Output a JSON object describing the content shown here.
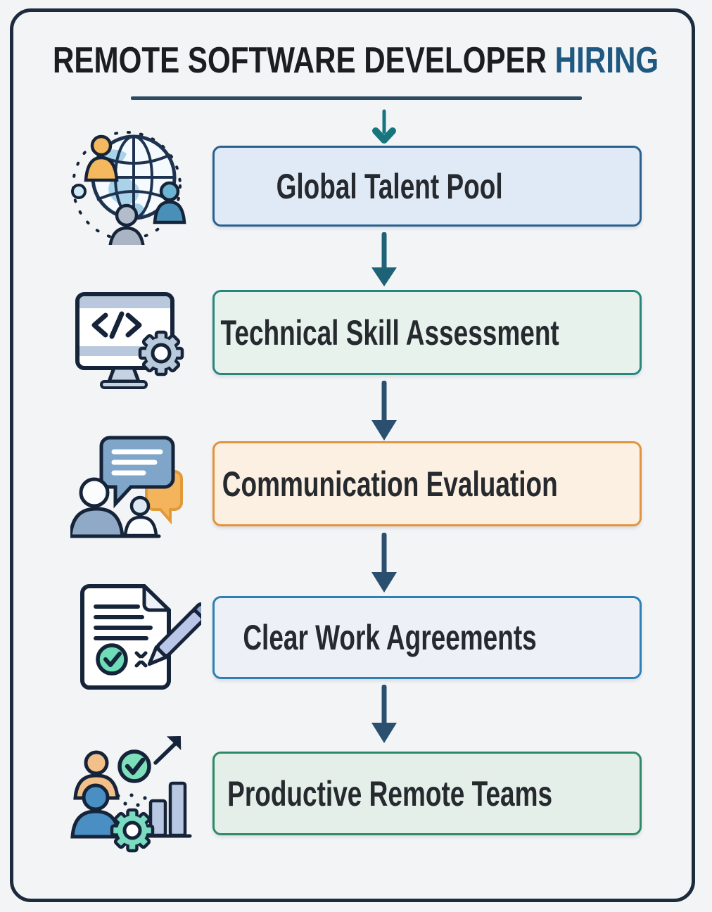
{
  "page": {
    "background_color": "#f3f4f6",
    "frame_border_color": "#1c2b3d",
    "title": {
      "main": "REMOTE SOFTWARE DEVELOPER ",
      "accent": "HIRING",
      "main_color": "#1c1d20",
      "accent_color": "#1f5880",
      "underline_color": "#2d4a63"
    }
  },
  "flow": {
    "arrows": {
      "top_connector_color": "#17767d",
      "first_connector_color": "#1d6276",
      "connector_color": "#2b4f6e",
      "count": 5
    },
    "steps": [
      {
        "label": "Global Talent Pool",
        "icon": "globe-people-network-icon",
        "box_bg": "#dfeaf6",
        "box_border": "#2a6191"
      },
      {
        "label": "Technical Skill Assessment",
        "icon": "code-monitor-gear-icon",
        "box_bg": "#e8f2ed",
        "box_border": "#2a867d"
      },
      {
        "label": "Communication Evaluation",
        "icon": "chat-bubbles-people-icon",
        "box_bg": "#fbf0e1",
        "box_border": "#e2933e"
      },
      {
        "label": "Clear Work Agreements",
        "icon": "signed-document-pen-icon",
        "box_bg": "#edf1f7",
        "box_border": "#2d80b5"
      },
      {
        "label": "Productive Remote Teams",
        "icon": "team-growth-gear-icon",
        "box_bg": "#e4efe9",
        "box_border": "#2e8a66"
      }
    ]
  }
}
